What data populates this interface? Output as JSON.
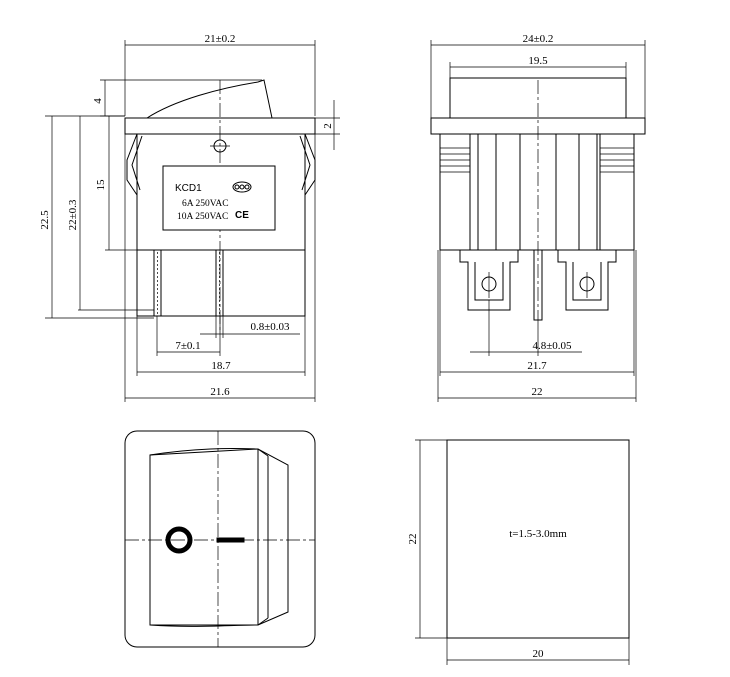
{
  "front_view": {
    "dims": {
      "top_width": "21±0.2",
      "rocker_height": "4",
      "frame_thickness": "2",
      "body_height": "15",
      "overall_height": "22.5",
      "height_tolerance": "22±0.3",
      "pin_thickness": "0.8±0.03",
      "pin_spacing": "7±0.1",
      "body_width": "18.7",
      "overall_width": "21.6"
    },
    "label": {
      "model": "KCD1",
      "rating1": "6A 250VAC",
      "rating2": "10A 250VAC",
      "ce_mark": "CE"
    }
  },
  "side_view": {
    "dims": {
      "top_width": "24±0.2",
      "inner_width": "19.5",
      "terminal_spacing": "4.8±0.05",
      "body_width": "21.7",
      "overall_width": "22"
    }
  },
  "panel_cutout": {
    "thickness_note": "t=1.5-3.0mm",
    "height": "22",
    "width": "20"
  }
}
